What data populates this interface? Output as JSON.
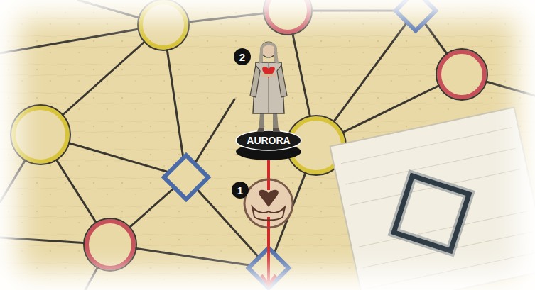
{
  "diagram": {
    "labels": [
      "2",
      "AURORA",
      "1"
    ]
  }
}
